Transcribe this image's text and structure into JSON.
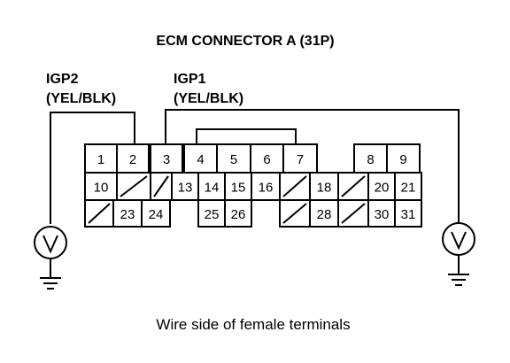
{
  "title": "ECM CONNECTOR A (31P)",
  "left_probe": {
    "signal": "IGP2",
    "color": "(YEL/BLK)",
    "meter_symbol": "V"
  },
  "right_probe": {
    "signal": "IGP1",
    "color": "(YEL/BLK)",
    "meter_symbol": "V"
  },
  "caption": "Wire side of female terminals",
  "connector": {
    "rows": [
      [
        "1",
        "2",
        "3",
        "4",
        "5",
        "6",
        "7",
        "",
        "8",
        "9"
      ],
      [
        "10",
        "/",
        "/",
        "13",
        "14",
        "15",
        "16",
        "/",
        "18",
        "/",
        "20",
        "21"
      ],
      [
        "/",
        "23",
        "24",
        "",
        "25",
        "26",
        "",
        "/",
        "28",
        "/",
        "30",
        "31"
      ]
    ]
  }
}
